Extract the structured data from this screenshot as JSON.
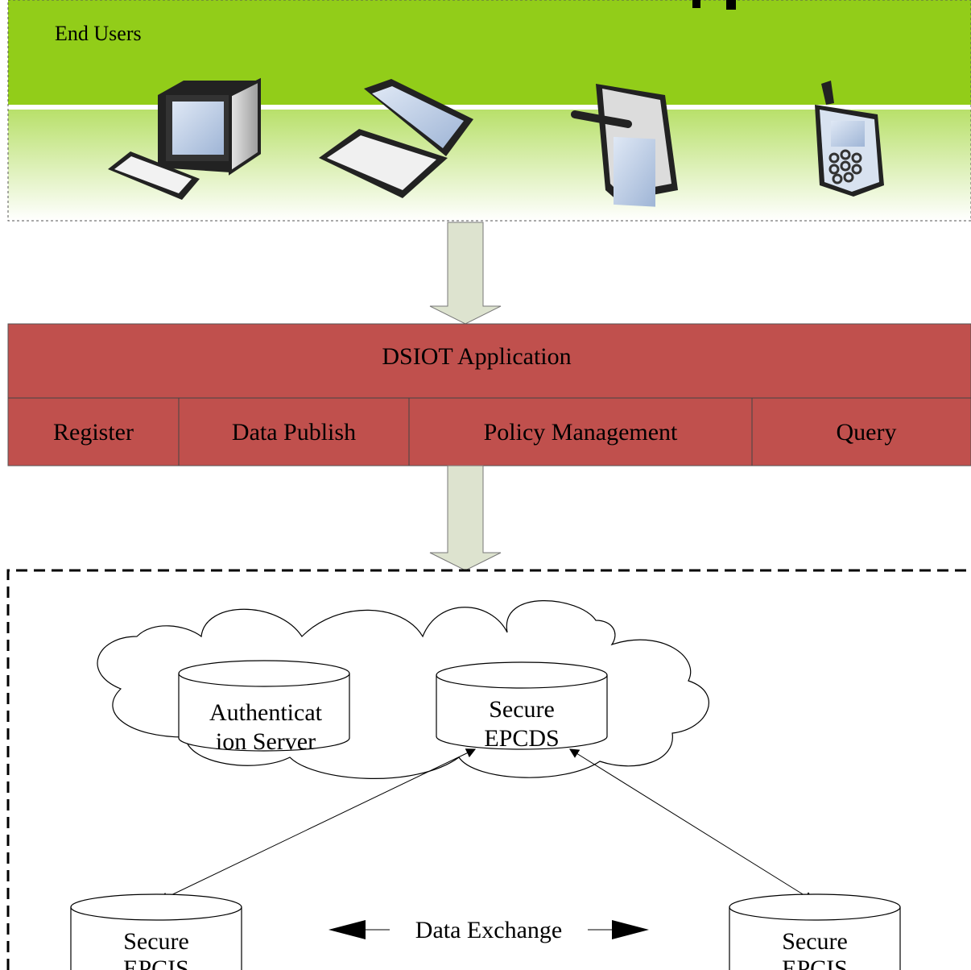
{
  "end_users": {
    "label": "End Users",
    "devices": [
      {
        "name": "desktop",
        "icon": "desktop-computer-icon"
      },
      {
        "name": "laptop",
        "icon": "laptop-icon"
      },
      {
        "name": "pda",
        "icon": "pda-tablet-icon"
      },
      {
        "name": "phone",
        "icon": "mobile-phone-icon"
      }
    ]
  },
  "application": {
    "title": "DSIOT Application",
    "modules": [
      "Register",
      "Data Publish",
      "Policy Management",
      "Query"
    ]
  },
  "cloud": {
    "auth_server": [
      "Authenticat",
      "ion Server"
    ],
    "epcds": [
      "Secure",
      "EPCDS"
    ]
  },
  "bottom": {
    "epcis_left": [
      "Secure",
      "EPCIS"
    ],
    "epcis_right": [
      "Secure",
      "EPCIS"
    ],
    "exchange_label": "Data Exchange"
  },
  "colors": {
    "green_band": "#92cd19",
    "app_red": "#c0504d",
    "arrow_fill": "#dde3cf"
  }
}
